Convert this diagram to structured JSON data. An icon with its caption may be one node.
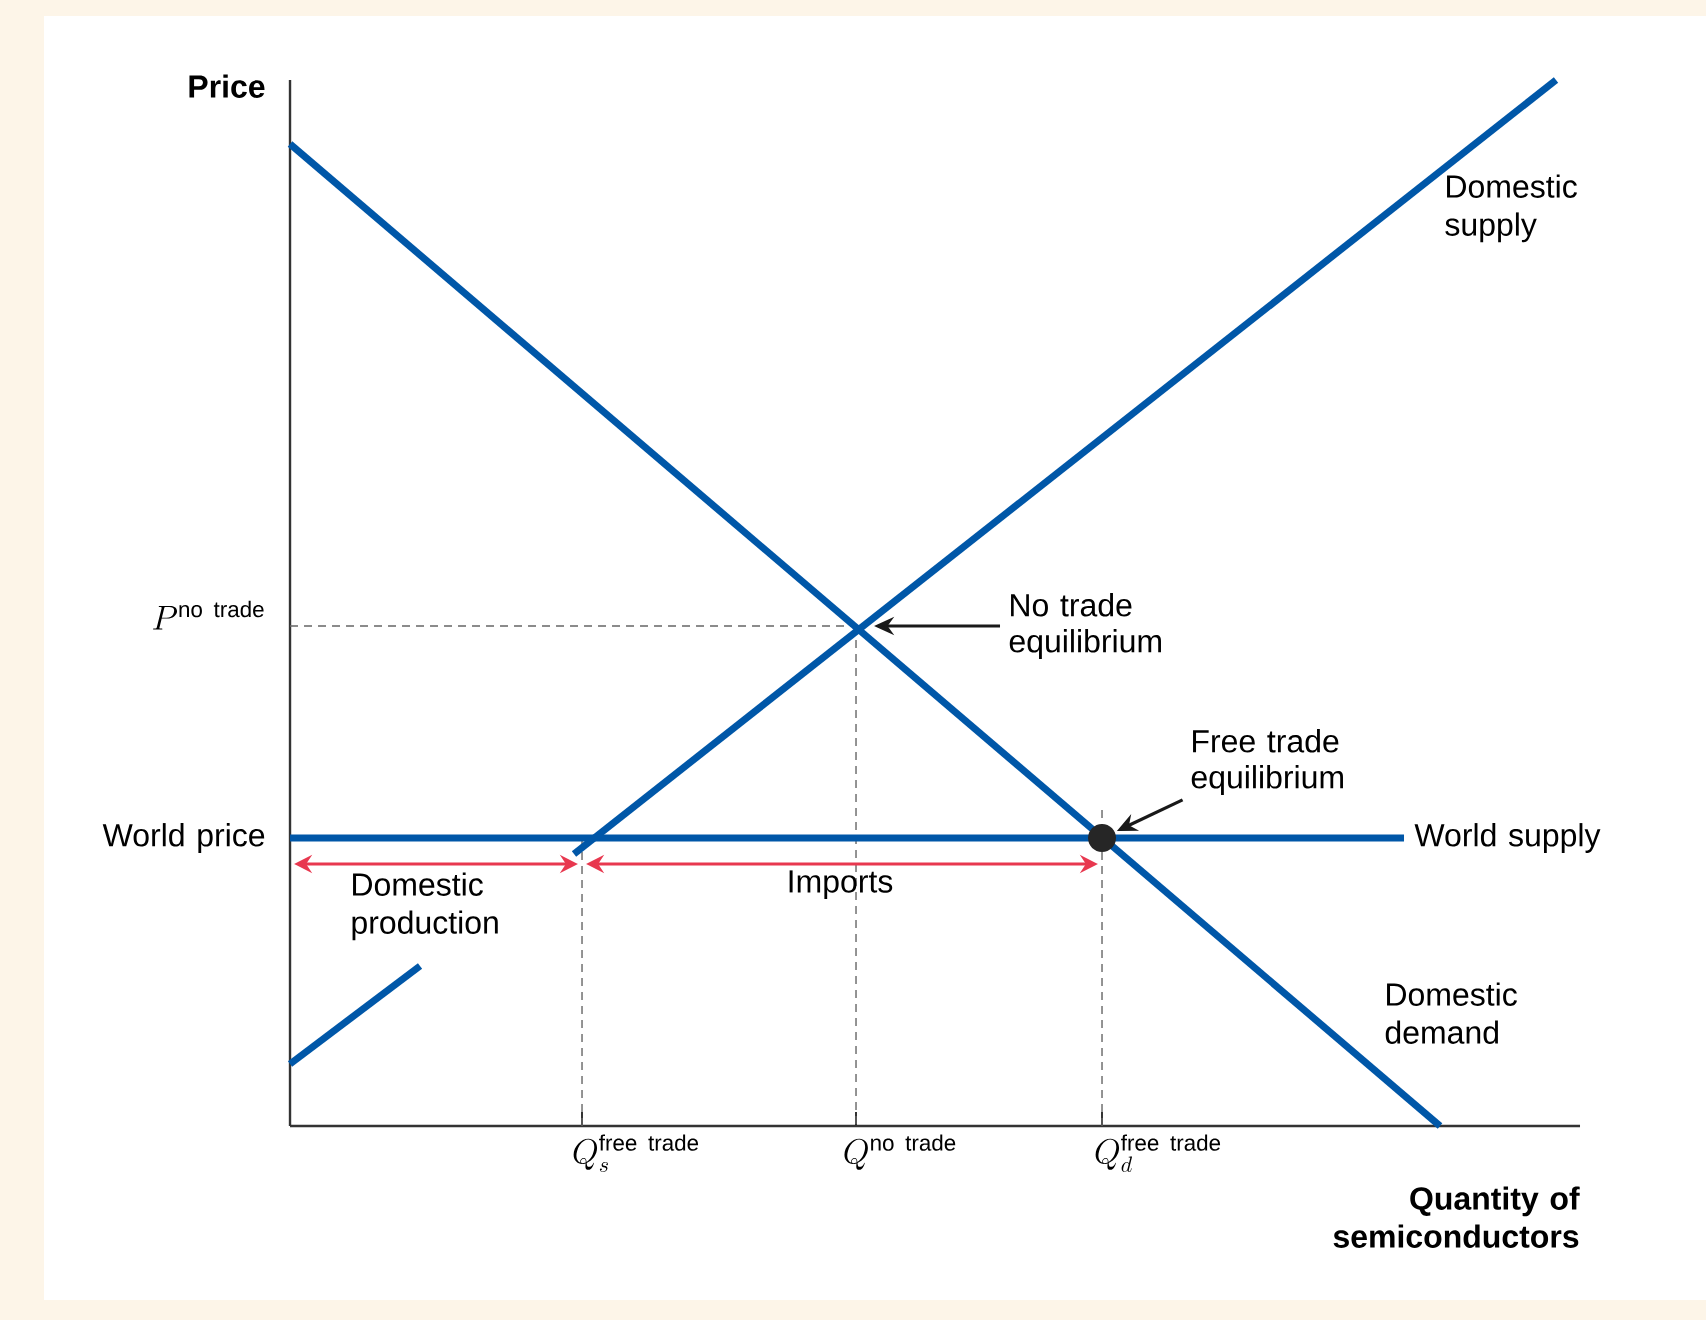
{
  "diagram": {
    "nodes": [
      {
        "text": [
          "No trade equilibrium"
        ]
      },
      {
        "text": [
          "Free trade equilibrium"
        ]
      },
      {
        "text": [],
        "shape": "circle"
      }
    ],
    "edges": [
      {
        "from": 0,
        "to": null,
        "arrow": "to"
      },
      {
        "from": 1,
        "to": 2,
        "arrow": "to"
      }
    ],
    "labels": [
      "Price",
      "Domestic supply",
      "P^{\\mathrm{no\\ trade}}",
      "World price",
      "World supply",
      "Domestic production",
      "Imports",
      "Domestic demand",
      "Q_{s}^{\\mathrm{free\\ trade}}",
      "Q^{\\mathrm{no\\ trade}}",
      "Q_{d}^{\\mathrm{free\\ trade}}",
      "Quantity of semiconductors"
    ]
  }
}
